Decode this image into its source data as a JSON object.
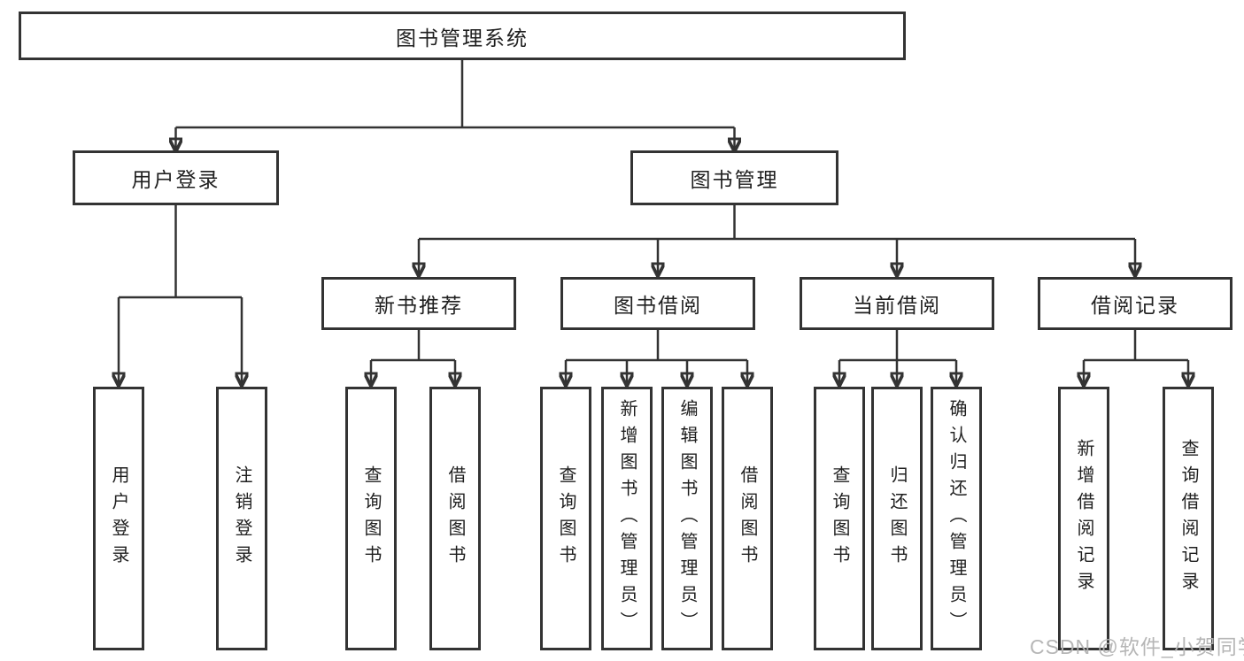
{
  "diagram": {
    "title": "图书管理系统",
    "root": {
      "label": "图书管理系统"
    },
    "level2": [
      {
        "id": "user-login",
        "label": "用户登录",
        "parent": "图书管理系统"
      },
      {
        "id": "book-management",
        "label": "图书管理",
        "parent": "图书管理系统"
      }
    ],
    "level3": [
      {
        "id": "new-book-recommend",
        "label": "新书推荐",
        "parent": "图书管理"
      },
      {
        "id": "book-borrow",
        "label": "图书借阅",
        "parent": "图书管理"
      },
      {
        "id": "current-borrow",
        "label": "当前借阅",
        "parent": "图书管理"
      },
      {
        "id": "borrow-records",
        "label": "借阅记录",
        "parent": "图书管理"
      }
    ],
    "leaves": [
      {
        "id": "user-login-action",
        "label": "用户登录",
        "parent": "用户登录"
      },
      {
        "id": "logout-action",
        "label": "注销登录",
        "parent": "用户登录"
      },
      {
        "id": "query-books-recommend",
        "label": "查询图书",
        "parent": "新书推荐"
      },
      {
        "id": "borrow-books-recommend",
        "label": "借阅图书",
        "parent": "新书推荐"
      },
      {
        "id": "query-books-borrow",
        "label": "查询图书",
        "parent": "图书借阅"
      },
      {
        "id": "add-books-admin",
        "label": "新增图书（管理员）",
        "parent": "图书借阅"
      },
      {
        "id": "edit-books-admin",
        "label": "编辑图书（管理员）",
        "parent": "图书借阅"
      },
      {
        "id": "borrow-books-borrow",
        "label": "借阅图书",
        "parent": "图书借阅"
      },
      {
        "id": "query-books-current",
        "label": "查询图书",
        "parent": "当前借阅"
      },
      {
        "id": "return-books",
        "label": "归还图书",
        "parent": "当前借阅"
      },
      {
        "id": "confirm-return-admin",
        "label": "确认归还（管理员）",
        "parent": "当前借阅"
      },
      {
        "id": "add-borrow-record",
        "label": "新增借阅记录",
        "parent": "借阅记录"
      },
      {
        "id": "query-borrow-record",
        "label": "查询借阅记录",
        "parent": "借阅记录"
      }
    ],
    "watermark": "CSDN @软件_小贺同学",
    "colors": {
      "line": "#333333",
      "box_border": "#333333",
      "text": "#1f1f1f",
      "watermark": "#b2b2b2",
      "background": "#ffffff"
    }
  }
}
